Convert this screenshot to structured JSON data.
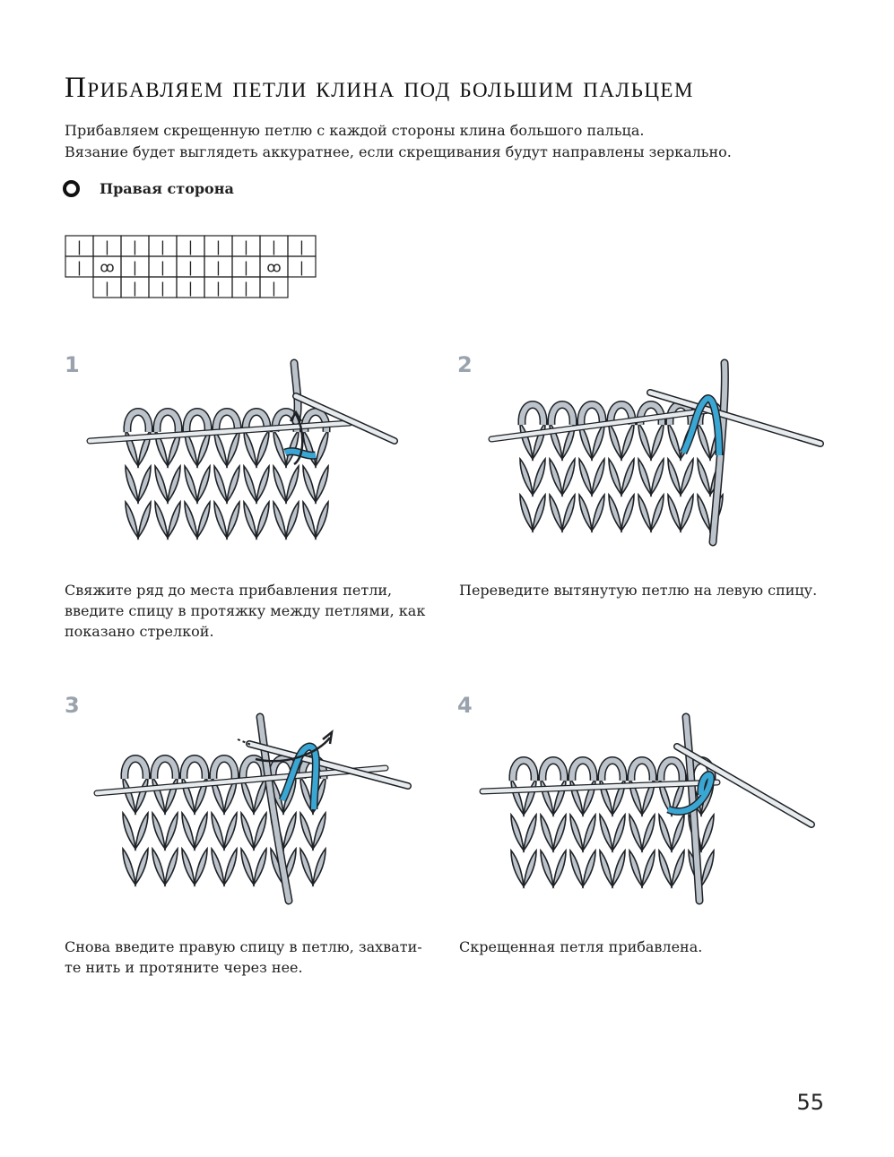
{
  "page": {
    "title": "Прибавляем петли клина под большим пальцем",
    "intro_lines": [
      "Прибавляем скрещенную петлю с каждой стороны клина большого пальца.",
      "Вязание будет выглядеть аккуратнее, если скрещивания будут направлены зеркально."
    ],
    "side_label": "Правая сторона",
    "page_number": "55"
  },
  "chart": {
    "rows": [
      {
        "cells": [
          "|",
          "|",
          "|",
          "|",
          "|",
          "|",
          "|",
          "|",
          "|"
        ]
      },
      {
        "cells": [
          "|",
          "ꝏ",
          "|",
          "|",
          "|",
          "|",
          "|",
          "ꝏ",
          "|"
        ]
      },
      {
        "cells": [
          "|",
          "|",
          "|",
          "|",
          "|",
          "|",
          "|"
        ]
      }
    ]
  },
  "steps": [
    {
      "number": "1",
      "caption_lines": [
        "Свяжите ряд до места прибавления петли,",
        "введите спицу в протяжку между петлями, как",
        "показано стрелкой."
      ]
    },
    {
      "number": "2",
      "caption_lines": [
        "Переведите вытянутую петлю на левую спицу."
      ]
    },
    {
      "number": "3",
      "caption_lines": [
        "Снова введите правую спицу в петлю, захвати-",
        "те нить и протяните через нее."
      ]
    },
    {
      "number": "4",
      "caption_lines": [
        "Скрещенная петля прибавлена."
      ]
    }
  ],
  "colors": {
    "yarn": "#bcc3cb",
    "yarn_outline": "#1e2226",
    "accent_loop": "#3aa6d4",
    "step_number": "#9aa3ad"
  }
}
